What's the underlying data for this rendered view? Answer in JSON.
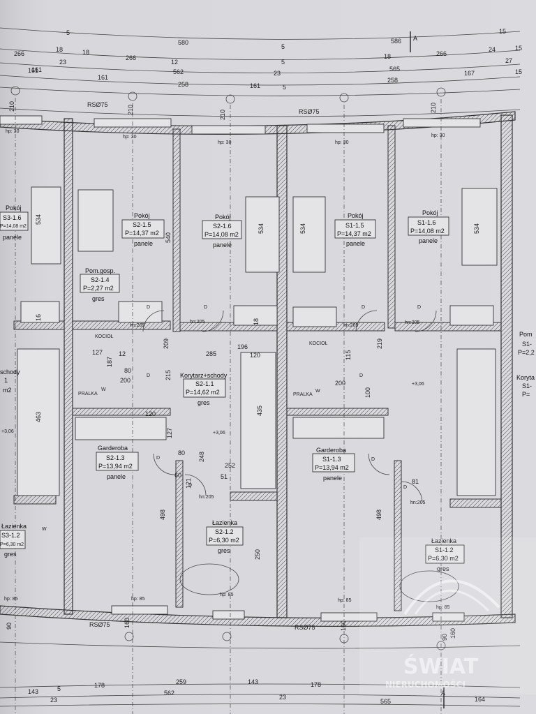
{
  "dims_top": {
    "r1": [
      "5",
      "580",
      "5",
      "586",
      "15"
    ],
    "r2": [
      "18",
      "18",
      "12",
      "266",
      "5",
      "18",
      "266",
      "24",
      "15"
    ],
    "r3": [
      "23",
      "562",
      "23",
      "565",
      "27"
    ],
    "r4": [
      "161",
      "161",
      "161",
      "167",
      "15"
    ],
    "r5": [
      "258",
      "5",
      "258"
    ],
    "left": [
      "266",
      "161"
    ],
    "rso_left": "RSØ75",
    "rso_right": "RSØ75",
    "section_mark": "A"
  },
  "dims_bottom": {
    "r1": [
      "178",
      "259",
      "143",
      "178"
    ],
    "r2": [
      "23",
      "562",
      "23",
      "565"
    ],
    "r3": [
      "143",
      "5"
    ],
    "right": [
      "164"
    ],
    "rso_left": "RSØ75",
    "rso_right": "RSØ75",
    "section_mark": "A"
  },
  "rooms": [
    {
      "name": "Pokój",
      "code": "S3-1.6",
      "area": "P=14,08 m2",
      "floor": "panele"
    },
    {
      "name": "Pokój",
      "code": "S2-1.5",
      "area": "P=14,37 m2",
      "floor": "panele"
    },
    {
      "name": "Pokój",
      "code": "S2-1.6",
      "area": "P=14,08 m2",
      "floor": "panele"
    },
    {
      "name": "Pokój",
      "code": "S1-1.5",
      "area": "P=14,37 m2",
      "floor": "panele"
    },
    {
      "name": "Pokój",
      "code": "S1-1.6",
      "area": "P=14,08 m2",
      "floor": "panele"
    },
    {
      "name": "Pom.gosp.",
      "code": "S2-1.4",
      "area": "P=2,27 m2",
      "floor": "gres"
    },
    {
      "name": "Korytarz+schody",
      "code": "S2-1.1",
      "area": "P=14,62 m2",
      "floor": "gres"
    },
    {
      "name": "Garderoba",
      "code": "S2-1.3",
      "area": "P=13,94 m2",
      "floor": "panele"
    },
    {
      "name": "Garderoba",
      "code": "S1-1.3",
      "area": "P=13,94 m2",
      "floor": "panele"
    },
    {
      "name": "Łazienka",
      "code": "S2-1.2",
      "area": "P=6,30 m2",
      "floor": "gres"
    },
    {
      "name": "Łazienka",
      "code": "S1-1.2",
      "area": "P=6,30 m2",
      "floor": "gres"
    },
    {
      "name": "Łazienka",
      "code": "S3-1.2",
      "area": "P=6,30 m2",
      "floor": "gres"
    }
  ],
  "partial_labels": {
    "left_stair": "schody",
    "left_stair_2": "1",
    "left_stair_3": "m2",
    "right_pom": "Pom",
    "right_pom_2": "S1-",
    "right_pom_3": "P=2,2",
    "right_kory": "Koryta",
    "right_kory_2": "S1-",
    "right_kory_3": "P="
  },
  "notes": {
    "hp30": "hp: 30",
    "hp85": "hp: 85",
    "hn205": "hn:205",
    "kociol": "KOCIOŁ",
    "pralka": "PRALKA",
    "level": "+3,06",
    "d": "D",
    "w": "W"
  },
  "inner_dims": [
    "534",
    "540",
    "534",
    "534",
    "534",
    "210",
    "210",
    "210",
    "210",
    "200",
    "285",
    "196",
    "127",
    "187",
    "80",
    "200",
    "215",
    "120",
    "435",
    "127",
    "248",
    "252",
    "51",
    "121",
    "81",
    "498",
    "498",
    "60",
    "80",
    "120",
    "160",
    "160",
    "160",
    "90",
    "90",
    "250",
    "12",
    "18",
    "16",
    "115",
    "209",
    "219",
    "100",
    "463"
  ],
  "watermark": {
    "line1": "ŚWIAT",
    "line2": "NIERUCHOMOŚCI"
  }
}
